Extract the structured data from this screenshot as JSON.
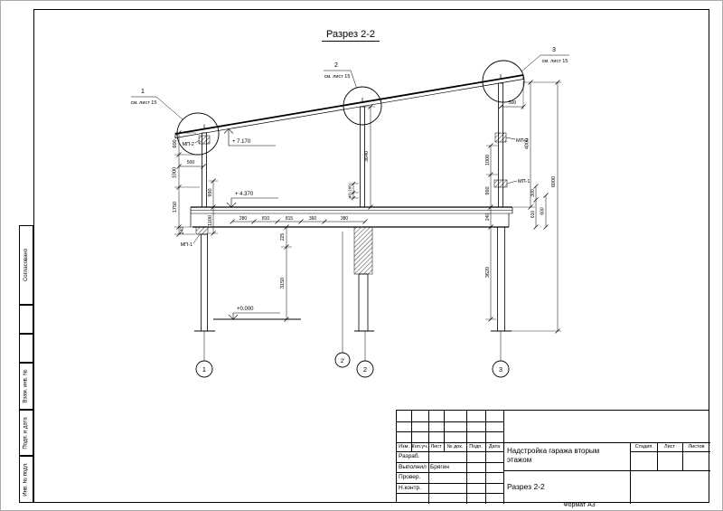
{
  "sheet": {
    "format_note": "Формат А3"
  },
  "drawing": {
    "title": "Разрез 2-2",
    "callouts": [
      {
        "num": "1",
        "note": "см. лист 15"
      },
      {
        "num": "2",
        "note": "см. лист 15"
      },
      {
        "num": "3",
        "note": "см. лист 15"
      }
    ],
    "axis_bubbles": [
      "1",
      "2'",
      "2",
      "3"
    ],
    "elevations": {
      "roof": "+ 7.170",
      "floor": "+ 4.370",
      "ground": "+0.000"
    },
    "part_labels": {
      "mp1": "МП-1",
      "mp2": "МП-2"
    },
    "dims": {
      "left_offset": "500",
      "l600": "600",
      "l1000": "1000",
      "l1750": "1750",
      "l240": "240",
      "l990": "990",
      "l1100": "1100",
      "c3640": "3640",
      "c100": "100",
      "c40": "40",
      "f280": "280",
      "f810": "810",
      "f815": "815",
      "f360": "360",
      "f380": "380",
      "b225": "225",
      "b3150": "3150",
      "r1000": "1000",
      "r960": "960",
      "r240": "240",
      "r3620": "3620",
      "fr4000": "4000",
      "fr300": "300",
      "fr610": "610",
      "fr600": "600",
      "fr6000": "6000",
      "right_offset": "500"
    }
  },
  "margin_stamps": [
    "Согласовано",
    "Взам. инв. №",
    "Подп. и дата",
    "Инв. № подл."
  ],
  "titleblock": {
    "rev_headers": [
      "Изм.",
      "Кол.уч.",
      "Лист",
      "№ док.",
      "Подп.",
      "Дата"
    ],
    "roles": [
      "Разраб.",
      "Выполнил",
      "Провер.",
      "Н.контр."
    ],
    "names": [
      "",
      "Брягин",
      "",
      ""
    ],
    "project_title": "Надстройка гаража вторым этажом",
    "sheet_title": "Разрез 2-2",
    "stage_headers": [
      "Стадия",
      "Лист",
      "Листов"
    ]
  }
}
